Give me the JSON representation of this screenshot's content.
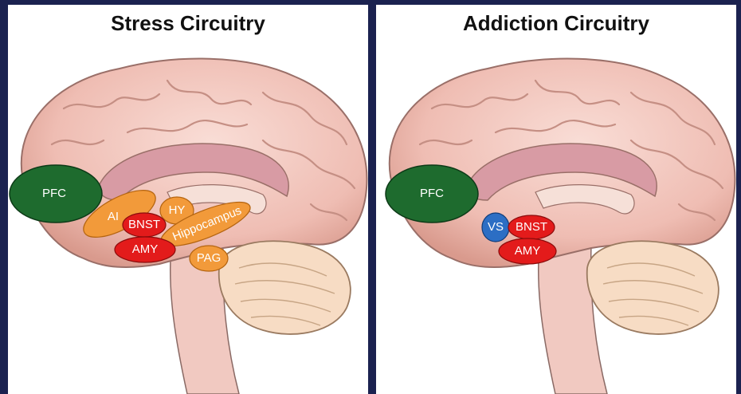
{
  "titles": {
    "left": "Stress Circuitry",
    "right": "Addiction Circuitry"
  },
  "stress": {
    "pfc": "PFC",
    "ai": "AI",
    "hy": "HY",
    "bnst": "BNST",
    "hippocampus": "Hippocampus",
    "amy": "AMY",
    "pag": "PAG"
  },
  "addiction": {
    "pfc": "PFC",
    "vs": "VS",
    "bnst": "BNST",
    "amy": "AMY"
  },
  "colors": {
    "background": "#1b2250",
    "pfc": "#1e6b2e",
    "stress_region": "#f29a3a",
    "core_region": "#e31b1b",
    "vs": "#2c6ec4",
    "brain": "#f2c6bd",
    "cerebellum": "#f7dcc4"
  }
}
